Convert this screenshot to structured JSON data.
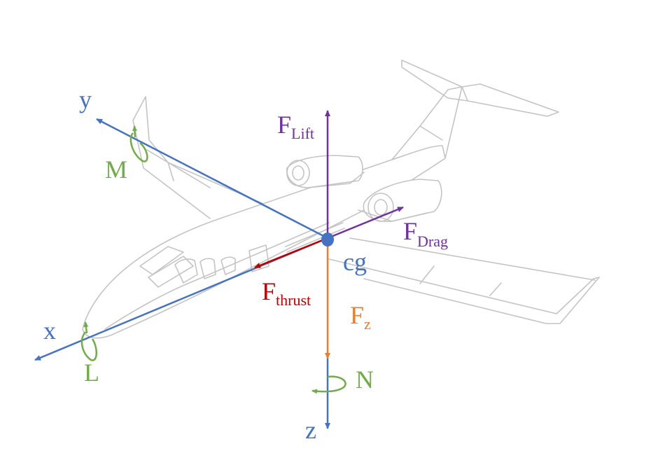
{
  "colors": {
    "axis": "#4472c4",
    "lift_drag": "#7030a0",
    "thrust": "#c00000",
    "fz": "#ed7d31",
    "moment": "#70ad47",
    "airframe": "#c4c4c4"
  },
  "labels": {
    "y_axis": "y",
    "x_axis": "x",
    "z_axis": "z",
    "M_moment": "M",
    "L_moment": "L",
    "N_moment": "N",
    "lift_main": "F",
    "lift_sub": "Lift",
    "drag_main": "F",
    "drag_sub": "Drag",
    "thrust_main": "F",
    "thrust_sub": "thrust",
    "fz_main": "F",
    "fz_sub": "z",
    "cg": "cg"
  }
}
